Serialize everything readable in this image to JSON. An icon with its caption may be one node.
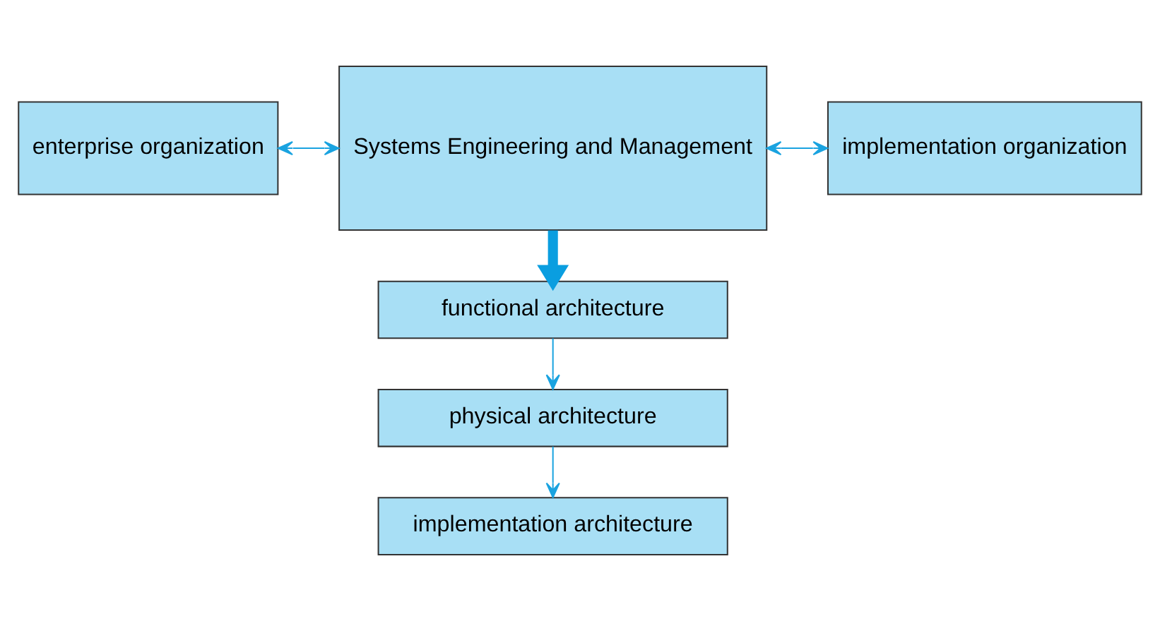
{
  "diagram": {
    "nodes": [
      {
        "text": [
          "enterprise organization"
        ]
      },
      {
        "text": [
          "Systems Engineering and Management"
        ]
      },
      {
        "text": [
          "implementation organization"
        ]
      },
      {
        "text": [
          "functional architecture"
        ]
      },
      {
        "text": [
          "physical architecture"
        ]
      },
      {
        "text": [
          "implementation architecture"
        ]
      }
    ],
    "edges": [
      {
        "from": 0,
        "to": 1,
        "arrow": "both"
      },
      {
        "from": 1,
        "to": 2,
        "arrow": "both"
      },
      {
        "from": 1,
        "to": 3,
        "arrow": "to",
        "style": "thick",
        "color": "#0a9ee0"
      },
      {
        "from": 3,
        "to": 4,
        "arrow": "to"
      },
      {
        "from": 4,
        "to": 5,
        "arrow": "to"
      }
    ]
  }
}
